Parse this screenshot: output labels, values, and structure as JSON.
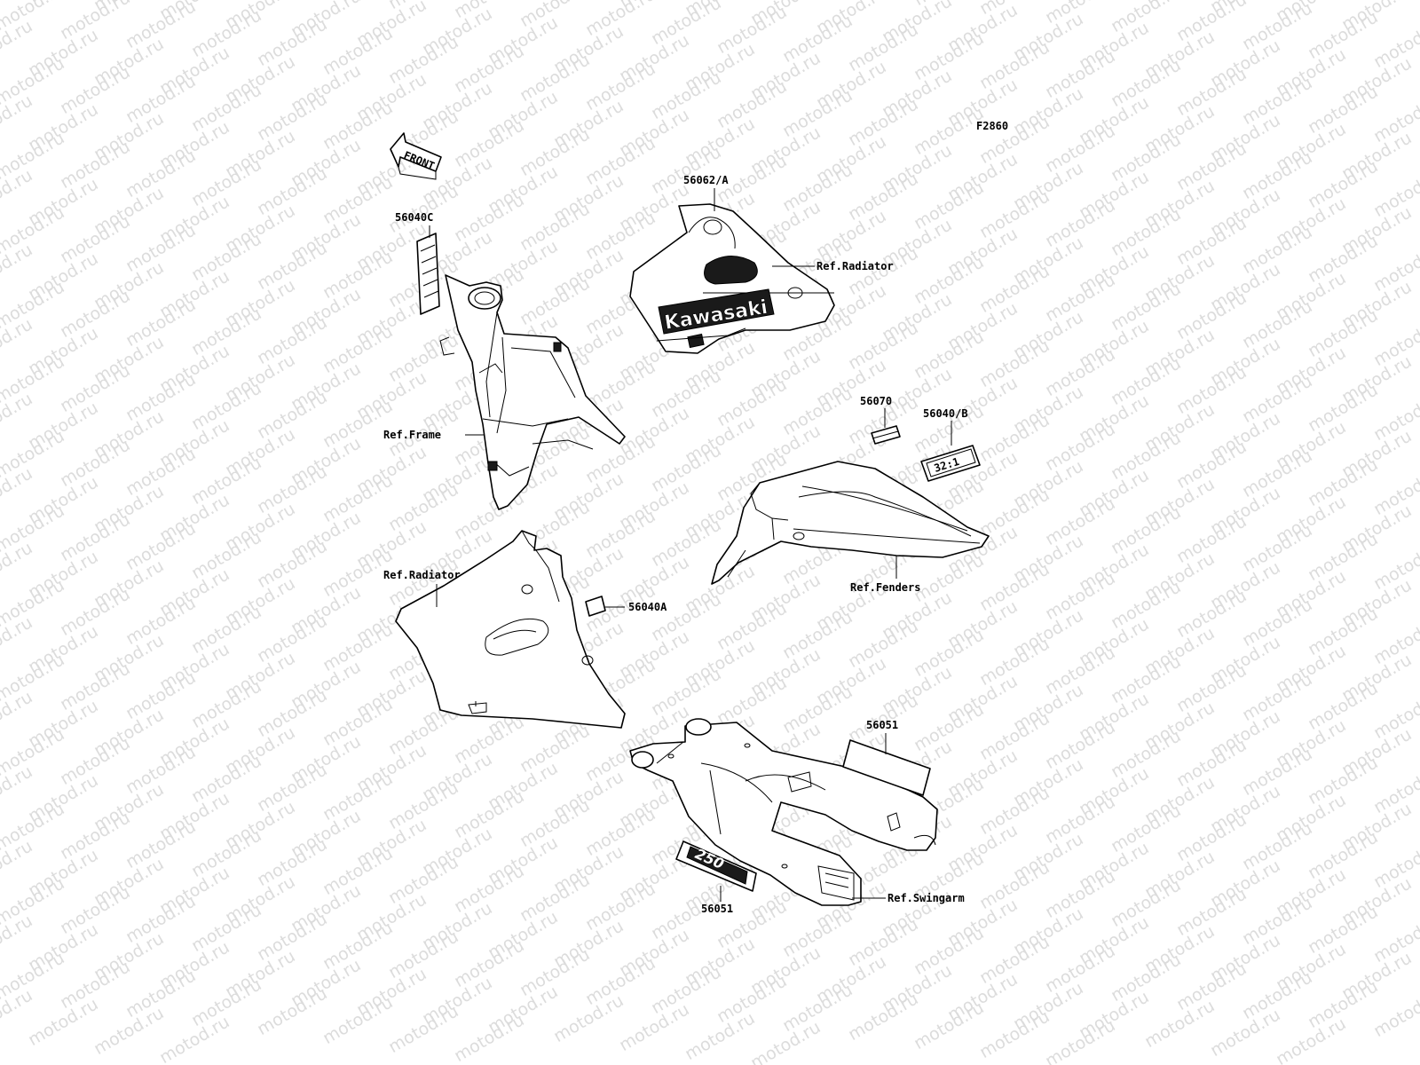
{
  "watermark": {
    "text": "motod.ru"
  },
  "diagram": {
    "figure_id": "F2860",
    "front_arrow": "FRONT",
    "brand_text": "Kawasaki",
    "decal_ratio": "32:1",
    "model_text": "250",
    "labels": {
      "p56040C": "56040C",
      "p56062A": "56062/A",
      "ref_radiator_top": "Ref.Radiator",
      "ref_frame": "Ref.Frame",
      "p56070": "56070",
      "p56040B": "56040/B",
      "ref_fenders": "Ref.Fenders",
      "ref_radiator_left": "Ref.Radiator",
      "p56040A": "56040A",
      "p56051_right": "56051",
      "p56051_bottom": "56051",
      "ref_swingarm": "Ref.Swingarm"
    }
  }
}
